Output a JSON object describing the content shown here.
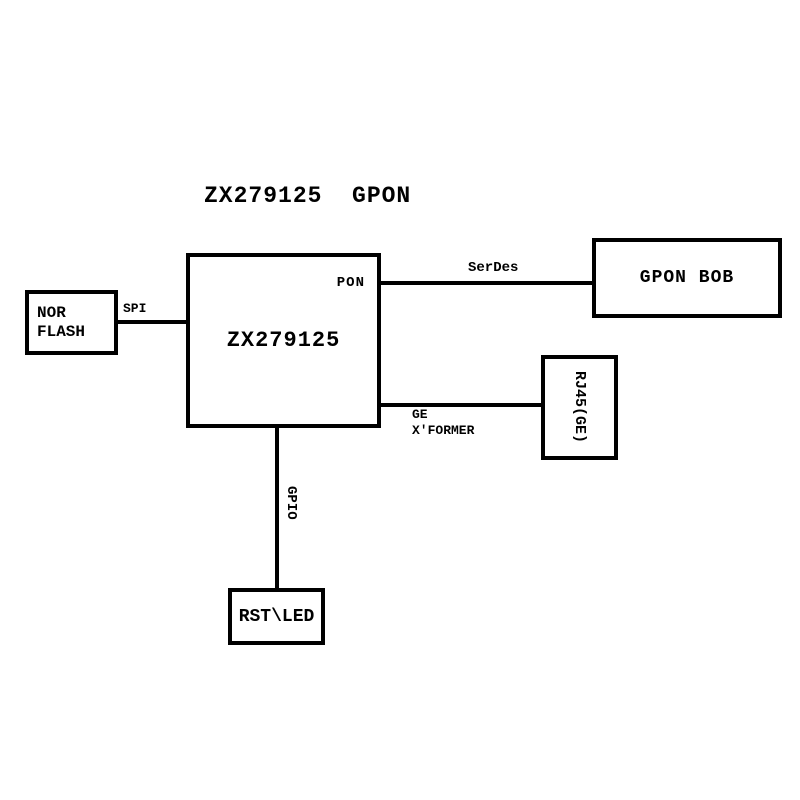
{
  "diagram": {
    "title": "ZX279125  GPON",
    "main_chip": {
      "label": "ZX279125",
      "pin_pon": "PON"
    },
    "nor_flash": {
      "line1": "NOR",
      "line2": "FLASH"
    },
    "gpon_bob": {
      "label": "GPON BOB"
    },
    "rj45": {
      "label": "RJ45(GE)"
    },
    "rst_led": {
      "label": "RST\\LED"
    },
    "connections": {
      "spi": "SPI",
      "serdes": "SerDes",
      "ge_line1": "GE",
      "ge_line2": "X'FORMER",
      "gpio": "GPIO"
    },
    "colors": {
      "line": "#000000",
      "background": "#ffffff"
    }
  }
}
